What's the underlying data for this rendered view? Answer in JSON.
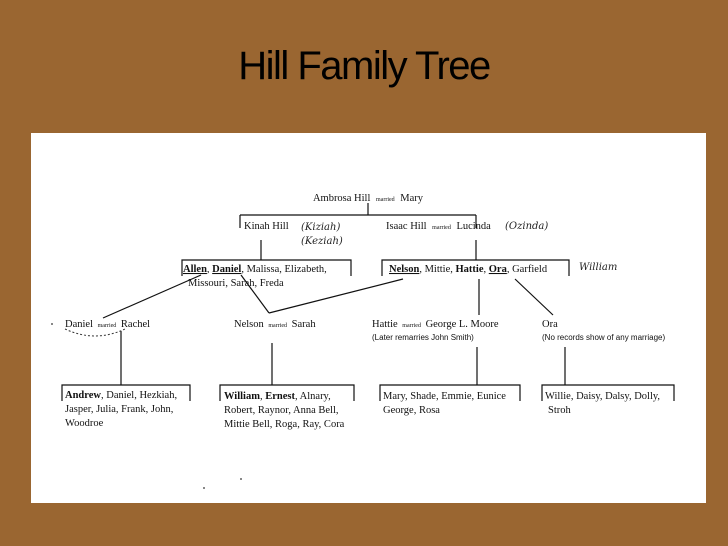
{
  "title": "Hill Family Tree",
  "tree": {
    "root": {
      "husband": "Ambrosa Hill",
      "married": "married",
      "wife": "Mary"
    },
    "gen1": {
      "kinah": "Kinah Hill",
      "kinah_notes": [
        "(Kiziah)",
        "(Keziah)"
      ],
      "isaac": "Isaac Hill",
      "married": "married",
      "lucinda": "Lucinda",
      "lucinda_note": "(Ozinda)"
    },
    "kinah_children": {
      "allen": "Allen",
      "daniel": "Daniel",
      "rest_line1": ", Malissa, Elizabeth,",
      "line2": "Missouri, Sarah, Freda"
    },
    "isaac_children": {
      "nelson": "Nelson",
      "mittie": ", Mittie, ",
      "hattie": "Hattie",
      "ora": "Ora",
      "garfield": ", Garfield",
      "extra": "William"
    },
    "couples": {
      "daniel": {
        "name": "Daniel",
        "married": "married",
        "spouse": "Rachel"
      },
      "nelson": {
        "name": "Nelson",
        "married": "married",
        "spouse": "Sarah"
      },
      "hattie": {
        "name": "Hattie",
        "married": "married",
        "spouse": "George L. Moore",
        "note": "(Later remarries John Smith)"
      },
      "ora": {
        "name": "Ora",
        "note": "(No records show of any marriage)"
      }
    },
    "grandchildren": {
      "daniel": {
        "first": "Andrew",
        "line1": ", Daniel, Hezkiah,",
        "line2": "Jasper, Julia, Frank, John,",
        "line3": "Woodroe"
      },
      "nelson": {
        "first": "William",
        "sep": ", ",
        "second": "Ernest",
        "line1": ", Alnary,",
        "line2": "Robert, Raynor, Anna Bell,",
        "line3": "Mittie Bell, Roga, Ray, Cora"
      },
      "hattie": {
        "line1": "Mary, Shade, Emmie, Eunice",
        "line2": "George, Rosa"
      },
      "ora": {
        "line1": "Willie, Daisy, Dalsy, Dolly,",
        "line2": "Stroh"
      }
    }
  }
}
